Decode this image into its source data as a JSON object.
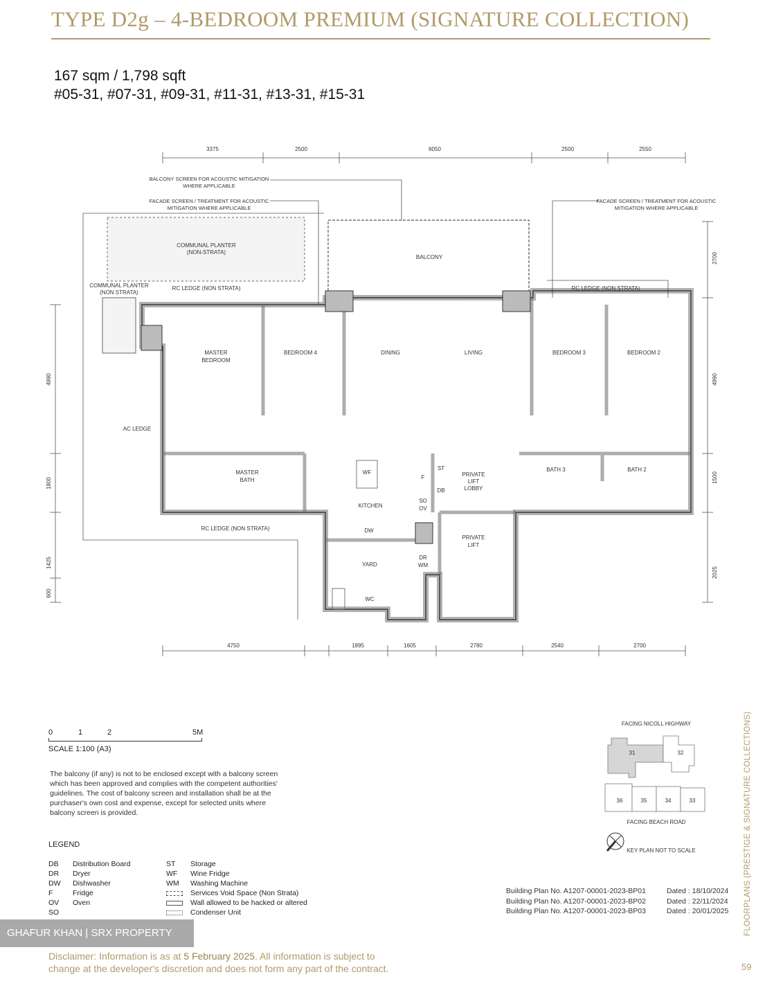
{
  "header": {
    "title": "TYPE D2g – 4-BEDROOM PREMIUM (SIGNATURE COLLECTION)"
  },
  "unit": {
    "area": "167 sqm / 1,798 sqft",
    "units": "#05-31, #07-31, #09-31, #11-31, #13-31, #15-31"
  },
  "plan": {
    "dims_top": [
      "3375",
      "2500",
      "6050",
      "2500",
      "2550"
    ],
    "dims_bottom": [
      "4750",
      "1895",
      "1605",
      "2780",
      "2540",
      "2700"
    ],
    "dims_left": [
      "4990",
      "1800",
      "1425",
      "600"
    ],
    "dims_right": [
      "2700",
      "4990",
      "1500",
      "2025"
    ],
    "notes": {
      "balcony_screen_1": "BALCONY SCREEN FOR ACOUSTIC MITIGATION",
      "balcony_screen_2": "WHERE APPLICABLE",
      "facade_left_1": "FACADE SCREEN / TREATMENT FOR ACOUSTIC",
      "facade_left_2": "MITIGATION WHERE APPLICABLE",
      "facade_right_1": "FACADE SCREEN / TREATMENT FOR ACOUSTIC",
      "facade_right_2": "MITIGATION WHERE APPLICABLE"
    },
    "rooms": {
      "communal_planter_1": "COMMUNAL PLANTER",
      "communal_planter_2": "(NON-STRATA)",
      "communal_planter_small_1": "COMMUNAL PLANTER",
      "communal_planter_small_2": "(NON STRATA)",
      "rc_ledge_top_left": "RC LEDGE (NON STRATA)",
      "rc_ledge_top_right": "RC LEDGE (NON STRATA)",
      "rc_ledge_bottom": "RC LEDGE (NON STRATA)",
      "balcony": "BALCONY",
      "master_bedroom_1": "MASTER",
      "master_bedroom_2": "BEDROOM",
      "bedroom4": "BEDROOM 4",
      "dining": "DINING",
      "living": "LIVING",
      "bedroom3": "BEDROOM 3",
      "bedroom2": "BEDROOM 2",
      "ac_ledge": "AC LEDGE",
      "master_bath_1": "MASTER",
      "master_bath_2": "BATH",
      "wf": "WF",
      "kitchen": "KITCHEN",
      "f": "F",
      "st": "ST",
      "db": "DB",
      "so": "SO",
      "ov": "OV",
      "private_lift_lobby_1": "PRIVATE",
      "private_lift_lobby_2": "LIFT",
      "private_lift_lobby_3": "LOBBY",
      "bath3": "BATH 3",
      "bath2": "BATH 2",
      "dw": "DW",
      "private_lift_1": "PRIVATE",
      "private_lift_2": "LIFT",
      "yard": "YARD",
      "dr": "DR",
      "wm": "WM",
      "wc": "WC"
    }
  },
  "scale": {
    "ticks": [
      "0",
      "1",
      "2",
      "5M"
    ],
    "label": "SCALE 1:100 (A3)"
  },
  "balcony_note": "The balcony (if any) is not to be enclosed except with a balcony screen which has been approved and complies with the competent authorities' guidelines. The cost of balcony screen and installation shall be at the purchaser's own cost and expense, except for selected units where balcony screen is provided.",
  "legend": {
    "title": "LEGEND",
    "items": [
      {
        "code": "DB",
        "label": "Distribution Board"
      },
      {
        "code": "ST",
        "label": "Storage"
      },
      {
        "code": "DR",
        "label": "Dryer"
      },
      {
        "code": "WF",
        "label": "Wine Fridge"
      },
      {
        "code": "DW",
        "label": "Dishwasher"
      },
      {
        "code": "WM",
        "label": "Washing Machine"
      },
      {
        "code": "F",
        "label": "Fridge"
      },
      {
        "code": "",
        "label": "Services Void Space (Non Strata)"
      },
      {
        "code": "OV",
        "label": "Oven"
      },
      {
        "code": "",
        "label": "Wall allowed to be hacked or altered"
      },
      {
        "code": "SO",
        "label": ""
      },
      {
        "code": "",
        "label": "Condenser Unit"
      }
    ]
  },
  "keyplan": {
    "top_label": "FACING NICOLL HIGHWAY",
    "bottom_label": "FACING BEACH ROAD",
    "note": "KEY PLAN NOT TO SCALE",
    "units": [
      "31",
      "32",
      "36",
      "35",
      "34",
      "33"
    ],
    "highlight_unit": "31",
    "highlight_color": "#d6d6d6"
  },
  "building_plans": [
    {
      "no": "Building Plan No. A1207-00001-2023-BP01",
      "date": "Dated : 18/10/2024"
    },
    {
      "no": "Building Plan No. A1207-00001-2023-BP02",
      "date": "Dated : 22/11/2024"
    },
    {
      "no": "Building Plan No. A1207-00001-2023-BP03",
      "date": "Dated : 20/01/2025"
    }
  ],
  "side_label": "FLOORPLANS (PRESTIGE & SIGNATURE COLLECTIONS)",
  "watermark": "GHAFUR KHAN | SRX PROPERTY",
  "disclaimer": {
    "line1_prefix": "Disclaimer: Information is as at ",
    "date": "5 February 2025",
    "line1_suffix": ". All information is subject to",
    "line2": "change at the developer's discretion and does not form any part of the contract."
  },
  "page_number": "59",
  "colors": {
    "accent": "#b09a6a",
    "wall": "#c8c8c8"
  }
}
